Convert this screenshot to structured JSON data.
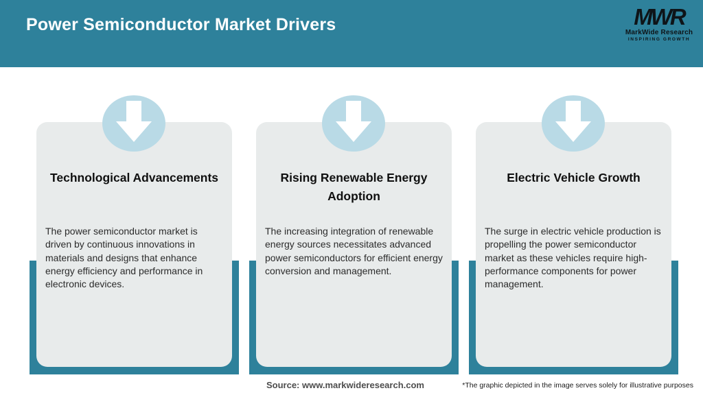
{
  "header": {
    "title": "Power Semiconductor Market Drivers",
    "logo": {
      "acronym": "MWR",
      "name": "MarkWide Research",
      "tagline": "INSPIRING GROWTH"
    }
  },
  "cards": [
    {
      "icon": "down-arrow-icon",
      "title": "Technological Advancements",
      "body": "The power semiconductor market is driven by continuous innovations in materials and designs that enhance energy efficiency and performance in electronic devices."
    },
    {
      "icon": "down-arrow-icon",
      "title": "Rising Renewable Energy Adoption",
      "body": "The increasing integration of renewable energy sources necessitates advanced power semiconductors for efficient energy conversion and management."
    },
    {
      "icon": "down-arrow-icon",
      "title": "Electric Vehicle Growth",
      "body": "The surge in electric vehicle production is propelling the power semiconductor market as these vehicles require high-performance components for power management."
    }
  ],
  "footer": {
    "source": "Source: www.markwideresearch.com",
    "disclaimer": "*The graphic depicted in the image serves solely for illustrative purposes"
  },
  "colors": {
    "teal": "#2E819B",
    "card_background": "#E8EBEB",
    "circle_blue": "#B9DAE6",
    "arrow_white": "#FFFFFF",
    "title_text": "#101010",
    "body_text": "#2B2B2B",
    "header_text": "#FFFFFF",
    "source_text": "#4D4D4D"
  }
}
